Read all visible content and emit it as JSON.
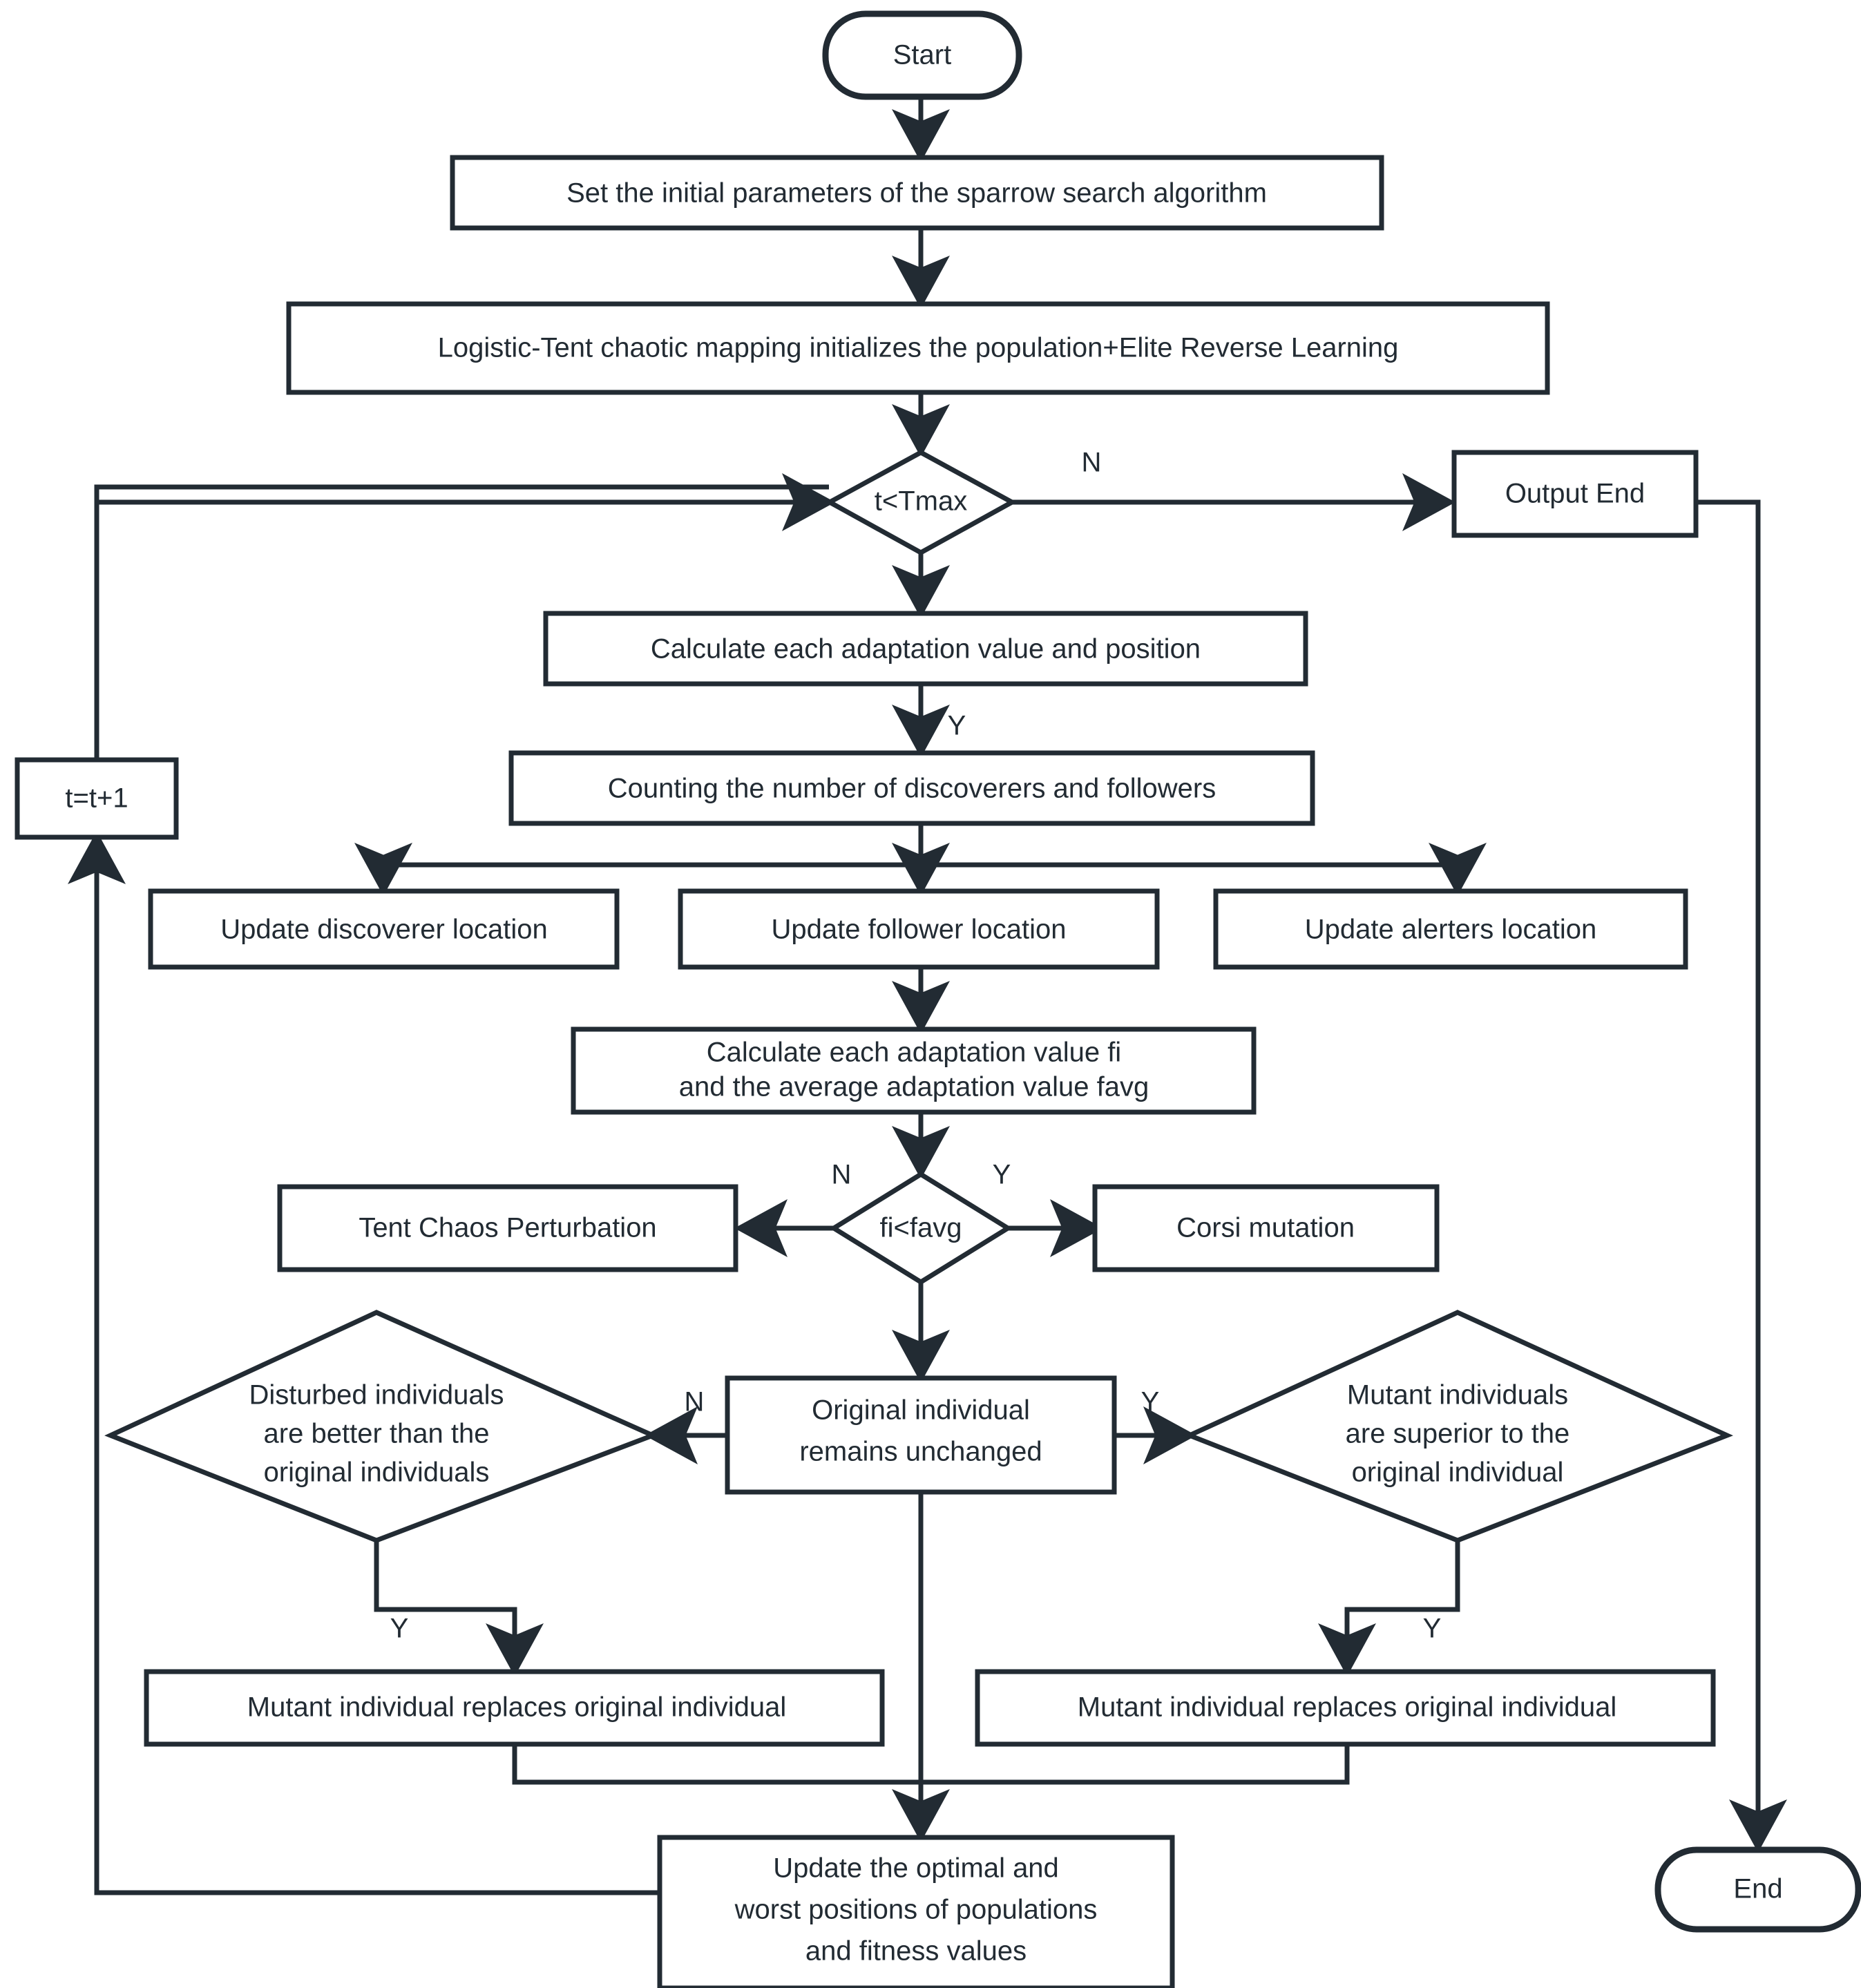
{
  "diagram": {
    "title": "Improved Sparrow Search Algorithm Flowchart",
    "colors": {
      "stroke": "#222b33",
      "fill": "#ffffff",
      "background": "#ffffff"
    },
    "nodes": {
      "start": {
        "label": "Start",
        "shape": "rounded-terminator"
      },
      "set_params": {
        "label": "Set the initial parameters of the sparrow search algorithm",
        "shape": "process"
      },
      "init_pop": {
        "label": "Logistic-Tent chaotic mapping initializes the population+Elite Reverse Learning",
        "shape": "process"
      },
      "t_lt_tmax": {
        "label": "t<Tmax",
        "shape": "decision"
      },
      "output_end": {
        "label": "Output End",
        "shape": "process"
      },
      "t_increment": {
        "label": "t=t+1",
        "shape": "process"
      },
      "calc_fitness_pos": {
        "label": "Calculate each adaptation value and position",
        "shape": "process"
      },
      "count_disc_foll": {
        "label": "Counting the number of discoverers and followers",
        "shape": "process"
      },
      "update_discoverer": {
        "label": "Update discoverer location",
        "shape": "process"
      },
      "update_follower": {
        "label": "Update follower location",
        "shape": "process"
      },
      "update_alerters": {
        "label": "Update alerters location",
        "shape": "process"
      },
      "calc_fi_favg": {
        "label": "Calculate each adaptation value fi\nand the average adaptation value favg",
        "line1": "Calculate each adaptation value fi",
        "line2": "and the average adaptation value favg",
        "shape": "process"
      },
      "fi_lt_favg": {
        "label": "fi<favg",
        "shape": "decision"
      },
      "tent_chaos": {
        "label": "Tent Chaos Perturbation",
        "shape": "process"
      },
      "corsi_mutation": {
        "label": "Corsi mutation",
        "shape": "process"
      },
      "disturbed_better": {
        "label": "Disturbed individuals\nare better than the\noriginal individuals",
        "line1": "Disturbed individuals",
        "line2": "are better than the",
        "line3": "original individuals",
        "shape": "decision"
      },
      "original_unchanged": {
        "label": "Original individual\nremains unchanged",
        "line1": "Original individual",
        "line2": "remains unchanged",
        "shape": "process"
      },
      "mutant_superior": {
        "label": "Mutant individuals\nare superior to the\noriginal individual",
        "line1": "Mutant individuals",
        "line2": "are superior to the",
        "line3": "original individual",
        "shape": "decision"
      },
      "mutant_replaces_left": {
        "label": "Mutant individual replaces original individual",
        "shape": "process"
      },
      "mutant_replaces_right": {
        "label": "Mutant individual replaces original individual",
        "shape": "process"
      },
      "update_optimal": {
        "label": "Update the optimal and\nworst positions of populations\nand fitness values",
        "line1": "Update the optimal and",
        "line2": "worst positions of populations",
        "line3": "and fitness values",
        "shape": "process"
      },
      "end": {
        "label": "End",
        "shape": "rounded-terminator"
      }
    },
    "edge_labels": {
      "tmax_no": "N",
      "tmax_yes": "Y",
      "fi_no": "N",
      "fi_yes": "Y",
      "orig_left_no": "N",
      "orig_right_yes": "Y",
      "disturbed_yes": "Y",
      "mutant_yes": "Y"
    }
  }
}
